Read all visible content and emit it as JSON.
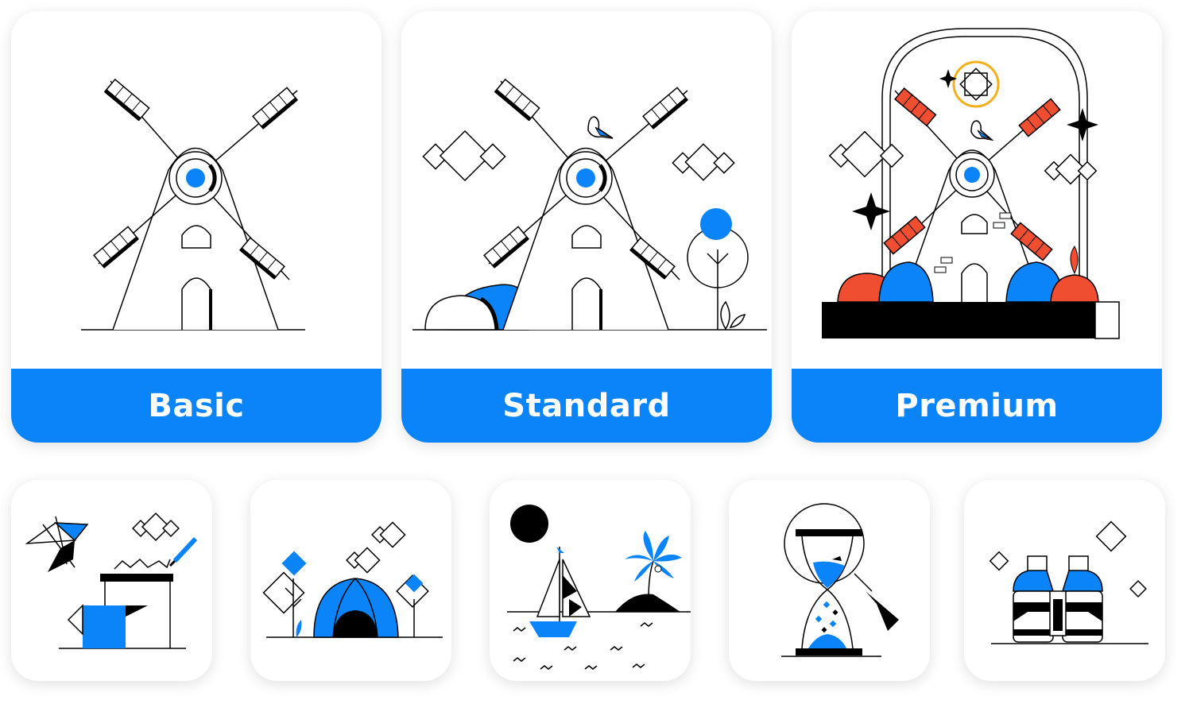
{
  "tiers": [
    {
      "label": "Basic"
    },
    {
      "label": "Standard"
    },
    {
      "label": "Premium"
    }
  ],
  "colors": {
    "accent": "#0a84f8",
    "orange": "#f04e30",
    "gold": "#f2b01e",
    "ink": "#000000",
    "background": "#ffffff"
  },
  "icons": [
    "kite-watering-can-icon",
    "camping-tent-icon",
    "sailboat-island-icon",
    "hourglass-magnifier-icon",
    "binoculars-icon"
  ]
}
